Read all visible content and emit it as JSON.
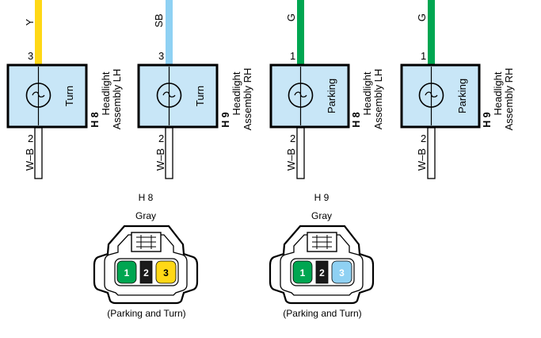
{
  "colors": {
    "Y": "#ffd816",
    "SB": "#8fd1f3",
    "G": "#00a651",
    "W-B": "#ffffff",
    "box_fill": "#c8e6f7",
    "connector_bg": "#ffffff",
    "pin_black": "#1a1a1a"
  },
  "circuits": [
    {
      "wire_top": "Y",
      "pin_top": "3",
      "function": "Turn",
      "connector": "H 8",
      "assembly_line1": "Headlight",
      "assembly_line2": "Assembly LH",
      "pin_bottom": "2",
      "wire_bottom": "W–B"
    },
    {
      "wire_top": "SB",
      "pin_top": "3",
      "function": "Turn",
      "connector": "H 9",
      "assembly_line1": "Headlight",
      "assembly_line2": "Assembly RH",
      "pin_bottom": "2",
      "wire_bottom": "W–B"
    },
    {
      "wire_top": "G",
      "pin_top": "1",
      "function": "Parking",
      "connector": "H 8",
      "assembly_line1": "Headlight",
      "assembly_line2": "Assembly LH",
      "pin_bottom": "2",
      "wire_bottom": "W–B"
    },
    {
      "wire_top": "G",
      "pin_top": "1",
      "function": "Parking",
      "connector": "H 9",
      "assembly_line1": "Headlight",
      "assembly_line2": "Assembly RH",
      "pin_bottom": "2",
      "wire_bottom": "W–B"
    }
  ],
  "connectors": [
    {
      "name": "H 8",
      "color_label": "Gray",
      "pins": [
        {
          "num": "1",
          "wire": "G"
        },
        {
          "num": "2",
          "wire": "black"
        },
        {
          "num": "3",
          "wire": "Y"
        }
      ],
      "caption": "(Parking and Turn)"
    },
    {
      "name": "H 9",
      "color_label": "Gray",
      "pins": [
        {
          "num": "1",
          "wire": "G"
        },
        {
          "num": "2",
          "wire": "black"
        },
        {
          "num": "3",
          "wire": "SB"
        }
      ],
      "caption": "(Parking and Turn)"
    }
  ]
}
